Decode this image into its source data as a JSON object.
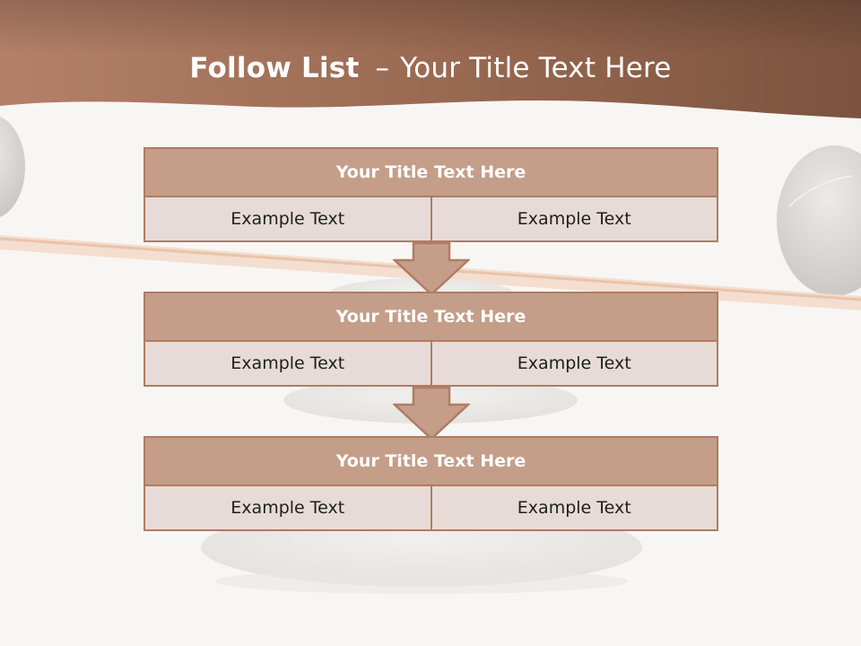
{
  "header": {
    "title_bold": "Follow List",
    "title_separator": "–",
    "title_rest": "Your Title Text Here"
  },
  "blocks": [
    {
      "title": "Your Title Text Here",
      "cells": [
        "Example Text",
        "Example Text"
      ]
    },
    {
      "title": "Your Title Text Here",
      "cells": [
        "Example Text",
        "Example Text"
      ]
    },
    {
      "title": "Your Title Text Here",
      "cells": [
        "Example Text",
        "Example Text"
      ]
    }
  ],
  "colors": {
    "header_brown": "#8a5a44",
    "title_fill": "#c49e88",
    "cell_fill": "#e6dbd6",
    "border": "#b07c62"
  }
}
